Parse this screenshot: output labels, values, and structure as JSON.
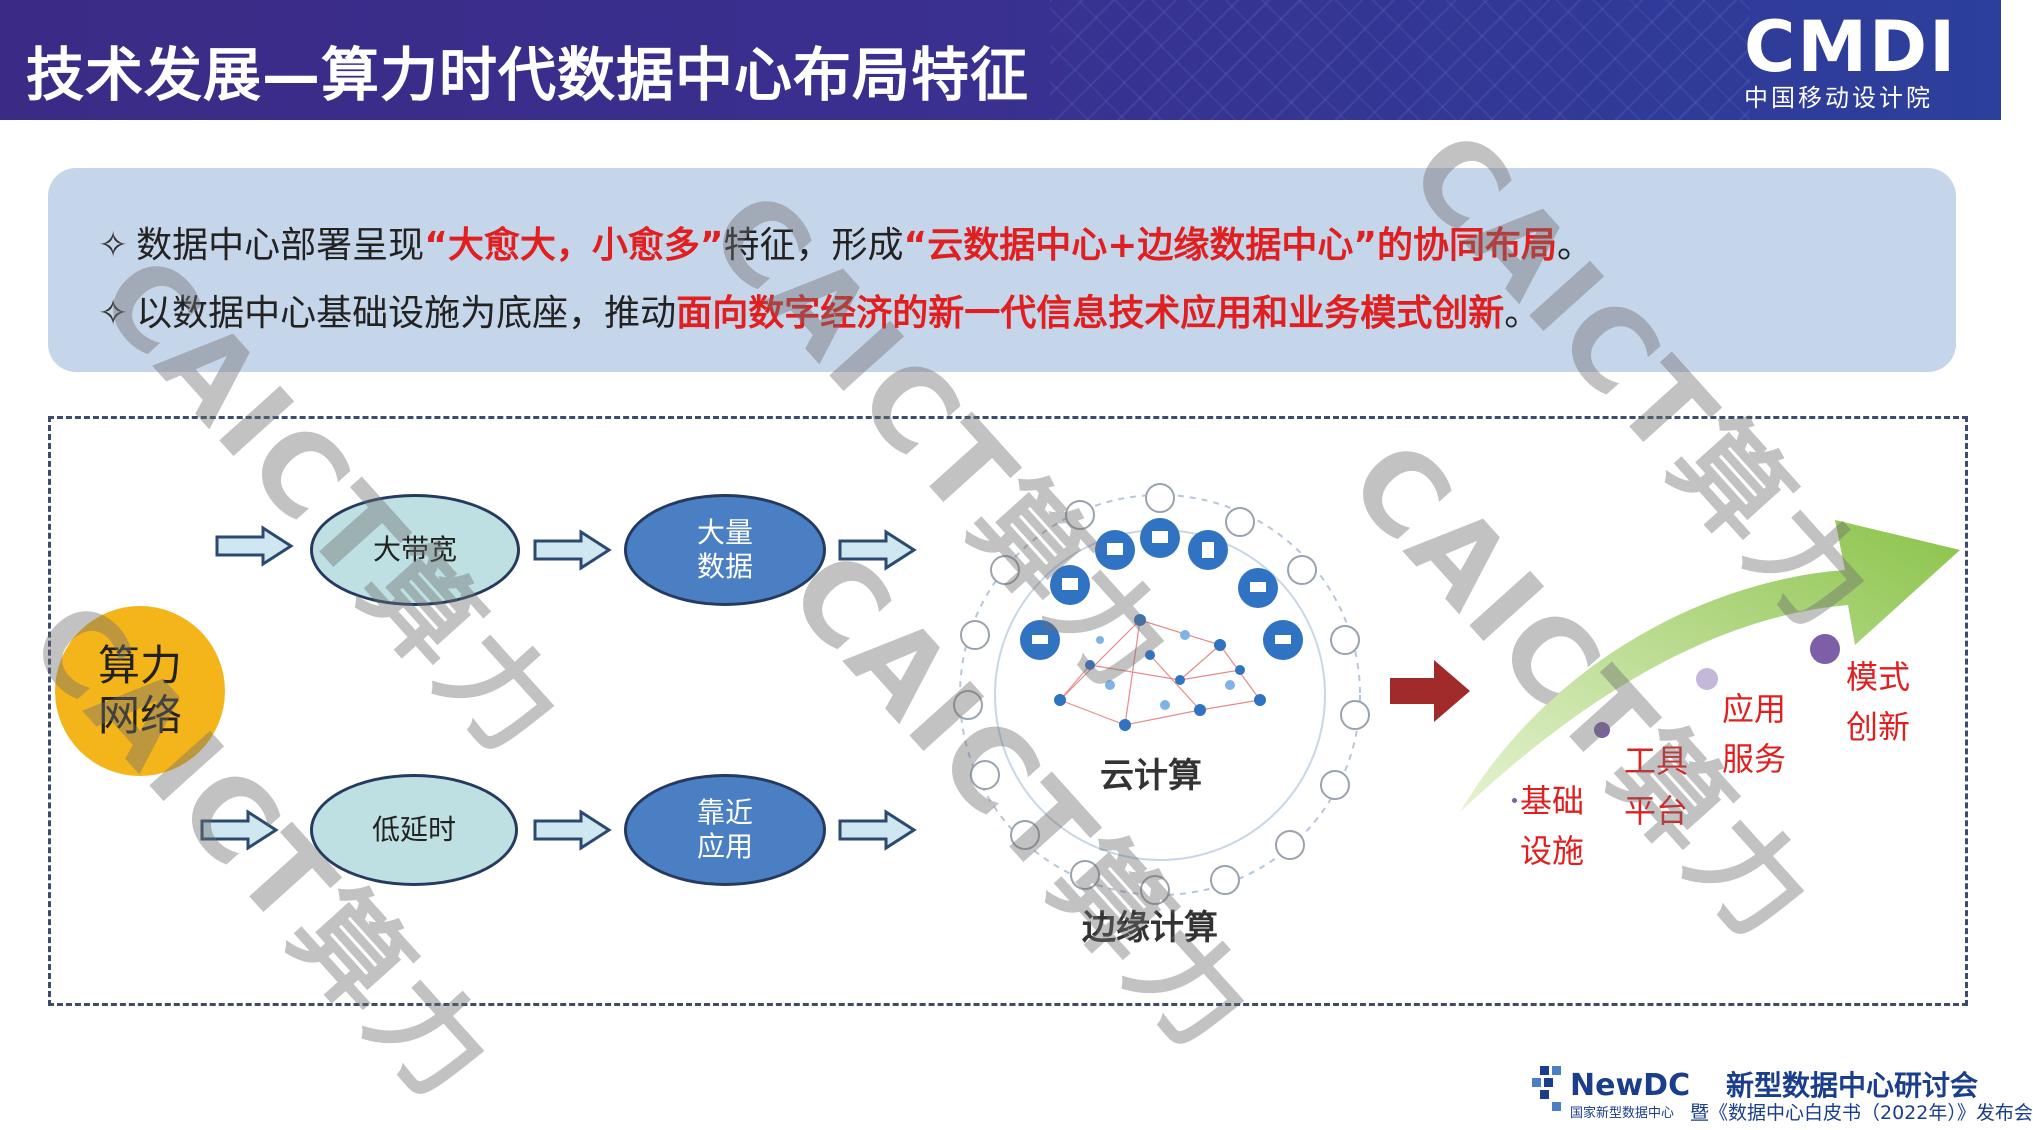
{
  "header": {
    "title": "技术发展—算力时代数据中心布局特征",
    "logo_main": "CMDI",
    "logo_sub": "中国移动设计院"
  },
  "info": {
    "bullet": "✧",
    "line1": {
      "prefix": "数据中心部署呈现",
      "red1": "“大愈大，小愈多”",
      "middle": "特征，形成",
      "red2": "“云数据中心+边缘数据中心”的协同布局",
      "suffix": "。"
    },
    "line2": {
      "prefix": "以数据中心基础设施为底座，推动",
      "red": "面向数字经济的新一代信息技术应用和业务模式创新",
      "suffix": "。"
    }
  },
  "diagram": {
    "network_label_1": "算力",
    "network_label_2": "网络",
    "top_left": "大带宽",
    "top_right_1": "大量",
    "top_right_2": "数据",
    "bottom_left": "低延时",
    "bottom_right_1": "靠近",
    "bottom_right_2": "应用",
    "cloud": "云计算",
    "edge": "边缘计算"
  },
  "stages": [
    {
      "l1": "基础",
      "l2": "设施"
    },
    {
      "l1": "工具",
      "l2": "平台"
    },
    {
      "l1": "应用",
      "l2": "服务"
    },
    {
      "l1": "模式",
      "l2": "创新"
    }
  ],
  "watermark": "CAICT算力",
  "footer": {
    "newdc": "NewDC",
    "newdc_sub": "国家新型数据中心",
    "conf_title": "新型数据中心研讨会",
    "conf_sub": "暨《数据中心白皮书（2022年）》发布会"
  },
  "colors": {
    "header_bg": "#3b2b86",
    "info_bg": "#c6d6ea",
    "highlight_red": "#e02020",
    "ellipse_light": "#bfe0e3",
    "ellipse_dark": "#4a7fc4",
    "network_yellow": "#f4b51a",
    "growth_green": "#8bc34a",
    "arrow_dark_red": "#a12a2a"
  }
}
